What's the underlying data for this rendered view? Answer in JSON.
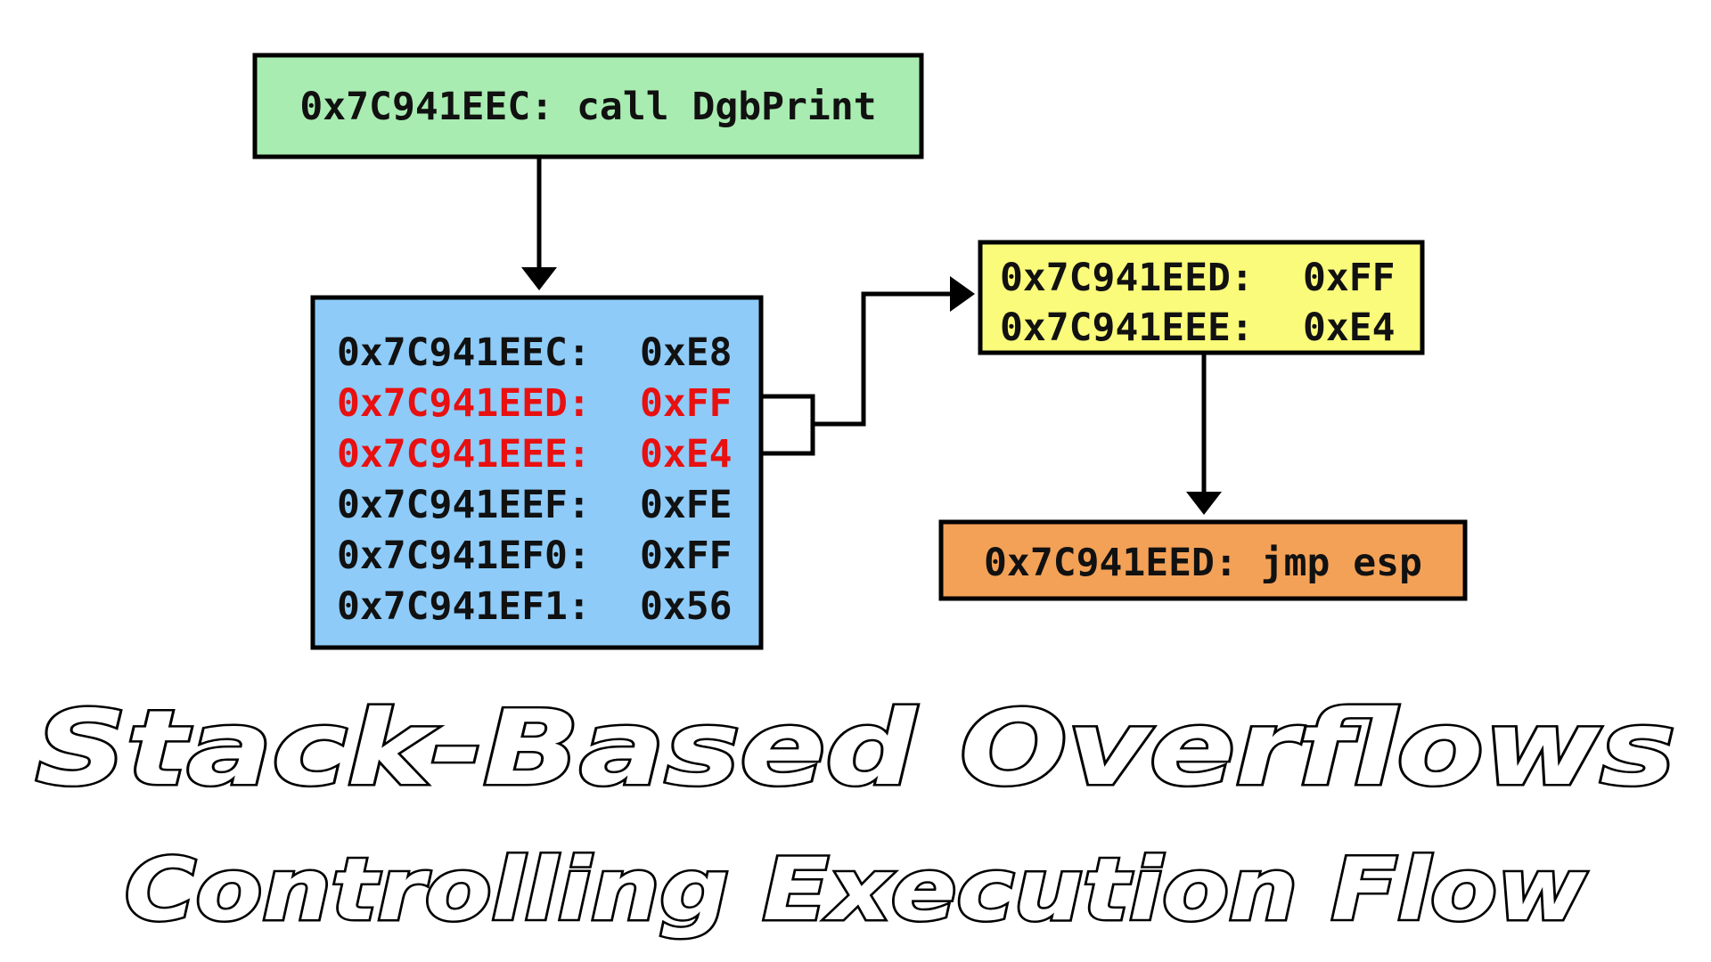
{
  "call_box": {
    "text": "0x7C941EEC: call DgbPrint",
    "fill": "#a9ecb1"
  },
  "memory_box": {
    "fill": "#8ecbf8",
    "rows": [
      {
        "addr": "0x7C941EEC:",
        "val": "0xE8",
        "color": "#111111"
      },
      {
        "addr": "0x7C941EED:",
        "val": "0xFF",
        "color": "#e81010"
      },
      {
        "addr": "0x7C941EEE:",
        "val": "0xE4",
        "color": "#e81010"
      },
      {
        "addr": "0x7C941EEF:",
        "val": "0xFE",
        "color": "#111111"
      },
      {
        "addr": "0x7C941EF0:",
        "val": "0xFF",
        "color": "#111111"
      },
      {
        "addr": "0x7C941EF1:",
        "val": "0x56",
        "color": "#111111"
      }
    ]
  },
  "highlight_box": {
    "fill": "#fbfb7b",
    "rows": [
      {
        "addr": "0x7C941EED:",
        "val": "0xFF"
      },
      {
        "addr": "0x7C941EEE:",
        "val": "0xE4"
      }
    ]
  },
  "jmp_box": {
    "text": "0x7C941EED: jmp esp",
    "fill": "#f3a157"
  },
  "title": {
    "line1": "Stack-Based Overflows",
    "line2": "Controlling Execution Flow"
  }
}
